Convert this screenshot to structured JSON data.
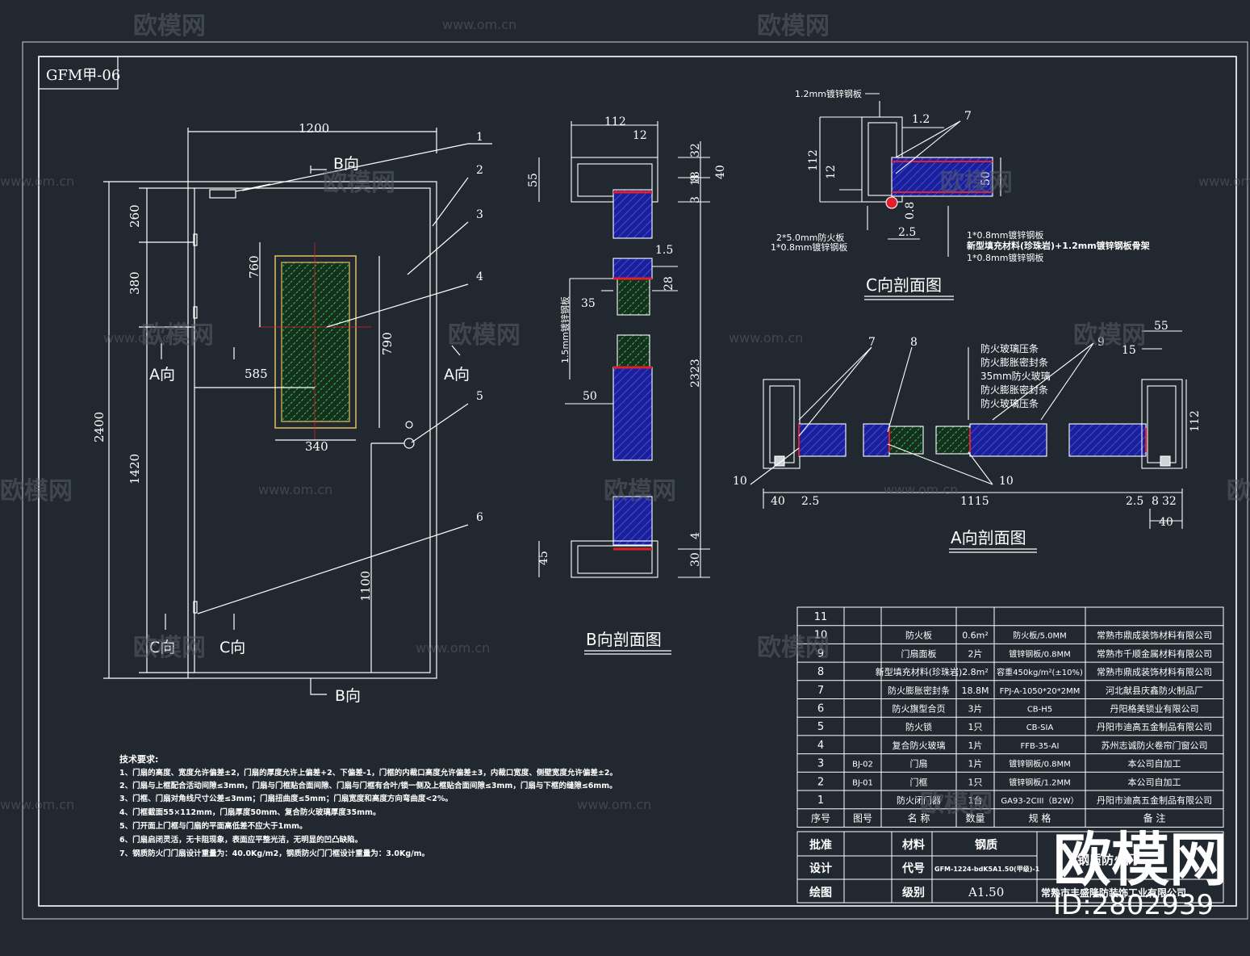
{
  "drawing": {
    "code": "GFM甲-06",
    "tech": {
      "title": "技术要求:",
      "lines": [
        "1、门扇的高度、宽度允许偏差±2，门扇的厚度允许上偏差+2、下偏差-1，门框的内裁口高度允许偏差±3，内裁口宽度、侧壁宽度允许偏差±2。",
        "2、门扇与上框配合活动间隙≤3mm，门扇与门框贴合面间隙、门扇与门框有合叶/锁一侧及上框贴合面间隙≤3mm，门扇与下框的缝隙≤6mm。",
        "3、门框、门扇对角线尺寸公差≤3mm；门扇扭曲度≤5mm；门扇宽度和高度方向弯曲度<2%。",
        "4、门框截面55×112mm，门扇厚度50mm、复合防火玻璃厚度35mm。",
        "5、门开面上门框与门扇的平面高低差不应大于1mm。",
        "6、门扇启闭灵活，无卡阻现象，表面应平整光洁，无明显的凹凸缺陷。",
        "7、钢质防火门门扇设计重量为：40.0Kg/m2，钢质防火门门框设计重量为：3.0Kg/m。"
      ]
    },
    "elevation": {
      "width": "1200",
      "height": "2400",
      "dims_left": [
        "260",
        "380",
        "1420"
      ],
      "d760": "760",
      "d790": "790",
      "d585": "585",
      "d340": "340",
      "d1100": "1100",
      "b_dir": "B向",
      "a_dir": "A向",
      "c_dir": "C向",
      "callouts": [
        "1",
        "2",
        "3",
        "4",
        "5",
        "6"
      ]
    },
    "b_section": {
      "title": "B向剖面图",
      "dims": [
        "112",
        "12",
        "55",
        "32",
        "8",
        "40",
        "3",
        "18",
        "1.5",
        "28",
        "35",
        "1.5mm镀锌钢板",
        "2323",
        "50",
        "45",
        "4",
        "30"
      ]
    },
    "c_section": {
      "title": "C向剖面图",
      "top_label": "1.2mm镀锌钢板",
      "dims": [
        "1.2",
        "7",
        "112",
        "12",
        "50",
        "0.8",
        "2.5"
      ],
      "left_labels": [
        "2*5.0mm防火板",
        "1*0.8mm镀锌钢板"
      ],
      "right_labels": [
        "1*0.8mm镀锌钢板",
        "新型填充材料(珍珠岩)+1.2mm镀锌钢板骨架",
        "1*0.8mm镀锌钢板"
      ]
    },
    "a_section": {
      "title": "A向剖面图",
      "labels": [
        "防火玻璃压条",
        "防火膨胀密封条",
        "35mm防火玻璃",
        "防火膨胀密封条",
        "防火玻璃压条"
      ],
      "callouts": [
        "7",
        "8",
        "9",
        "10",
        "10"
      ],
      "dims": [
        "55",
        "15",
        "112",
        "40",
        "2.5",
        "1115",
        "2.5",
        "8",
        "32",
        "40"
      ]
    },
    "bom": {
      "rows": [
        {
          "no": "11",
          "code": "",
          "name": "",
          "qty": "",
          "spec": "",
          "note": ""
        },
        {
          "no": "10",
          "code": "",
          "name": "防火板",
          "qty": "0.6m²",
          "spec": "防火板/5.0MM",
          "note": "常熟市鼎成装饰材料有限公司"
        },
        {
          "no": "9",
          "code": "",
          "name": "门扇面板",
          "qty": "2片",
          "spec": "镀锌钢板/0.8MM",
          "note": "常熟市千顺金属材料有限公司"
        },
        {
          "no": "8",
          "code": "",
          "name": "新型填充材料(珍珠岩)",
          "qty": "2.8m²",
          "spec": "容重450kg/m²(±10%)",
          "note": "常熟市鼎成装饰材料有限公司"
        },
        {
          "no": "7",
          "code": "",
          "name": "防火膨胀密封条",
          "qty": "18.8M",
          "spec": "FPJ-A-1050*20*2MM",
          "note": "河北献县庆鑫防火制品厂"
        },
        {
          "no": "6",
          "code": "",
          "name": "防火旗型合页",
          "qty": "3片",
          "spec": "CB-H5",
          "note": "丹阳格美锁业有限公司"
        },
        {
          "no": "5",
          "code": "",
          "name": "防火锁",
          "qty": "1只",
          "spec": "CB-SIA",
          "note": "丹阳市迪高五金制品有限公司"
        },
        {
          "no": "4",
          "code": "",
          "name": "复合防火玻璃",
          "qty": "1片",
          "spec": "FFB-35-AI",
          "note": "苏州志诚防火卷帘门窗公司"
        },
        {
          "no": "3",
          "code": "BJ-02",
          "name": "门扇",
          "qty": "1片",
          "spec": "镀锌钢板/0.8MM",
          "note": "本公司自加工"
        },
        {
          "no": "2",
          "code": "BJ-01",
          "name": "门框",
          "qty": "1只",
          "spec": "镀锌钢板/1.2MM",
          "note": "本公司自加工"
        },
        {
          "no": "1",
          "code": "",
          "name": "防火闭门器",
          "qty": "1台",
          "spec": "GA93-2CIII（B2W）",
          "note": "丹阳市迪高五金制品有限公司"
        }
      ],
      "headers": [
        "序号",
        "图号",
        "名  称",
        "数量",
        "规  格",
        "备  注"
      ]
    },
    "title_block": {
      "r1": [
        "批准",
        "材料",
        "钢质"
      ],
      "r2": [
        "设计",
        "代号",
        "GFM-1224-bdK5A1.50(甲级)-1"
      ],
      "r3": [
        "绘图",
        "级别",
        "A1.50"
      ],
      "right_top": "钢质防火门",
      "company": "常熟市丰盛隆防装饰工业有限公司"
    },
    "watermark": {
      "brand": "欧模网",
      "url": "www.om.cn",
      "id": "ID:2802939"
    },
    "colors": {
      "bg": "#212830",
      "line": "#ffffff",
      "red": "#e0202a",
      "blue": "#1a1f9c",
      "green": "#2e9a3a"
    }
  }
}
